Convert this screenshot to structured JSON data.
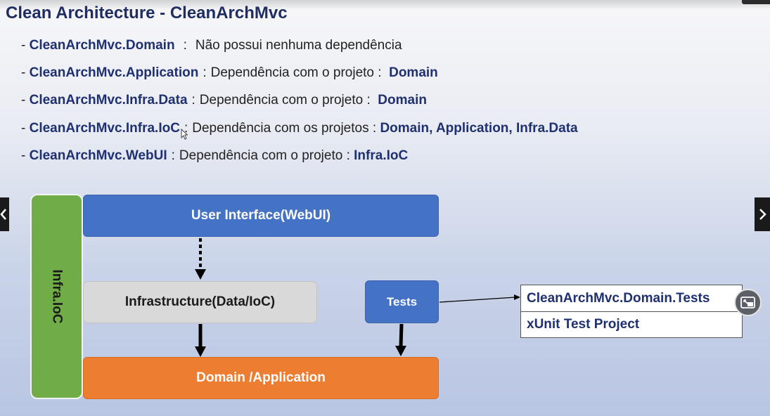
{
  "slide": {
    "title": "Clean Architecture - CleanArchMvc",
    "bullets": [
      {
        "dash": "- ",
        "name": "CleanArchMvc.Domain",
        "sep": ":",
        "text": "Não possui nenhuma dependência",
        "target": ""
      },
      {
        "dash": "- ",
        "name": "CleanArchMvc.Application",
        "sep": ":",
        "text": "Dependência com o projeto :",
        "target": "Domain"
      },
      {
        "dash": "- ",
        "name": "CleanArchMvc.Infra.Data",
        "sep": ":",
        "text": "Dependência com o projeto :",
        "target": "Domain"
      },
      {
        "dash": "- ",
        "name": "CleanArchMvc.Infra.IoC",
        "sep": ":",
        "text": "Dependência com os projetos :",
        "target": "Domain, Application, Infra.Data"
      },
      {
        "dash": "- ",
        "name": "CleanArchMvc.WebUI",
        "sep": ":",
        "text": "Dependência com o projeto :",
        "target": "Infra.IoC"
      }
    ]
  },
  "diagram": {
    "infra_ioc_label": "Infra.IoC",
    "ui_label": "User Interface(WebUI)",
    "infrastructure_label": "Infrastructure(Data/IoC)",
    "tests_label": "Tests",
    "domain_label": "Domain /Application",
    "tests_table": [
      "CleanArchMvc.Domain.Tests",
      "xUnit Test Project"
    ]
  },
  "colors": {
    "title": "#1f2d63",
    "infra_ioc": "#70ad47",
    "ui": "#4472c4",
    "infrastructure": "#d9d9d9",
    "tests": "#4472c4",
    "domain": "#ed7d31"
  },
  "icons": {
    "prev": "chevron-left-icon",
    "next": "chevron-right-icon",
    "popout": "picture-in-picture-icon",
    "cursor": "mouse-pointer-icon"
  }
}
